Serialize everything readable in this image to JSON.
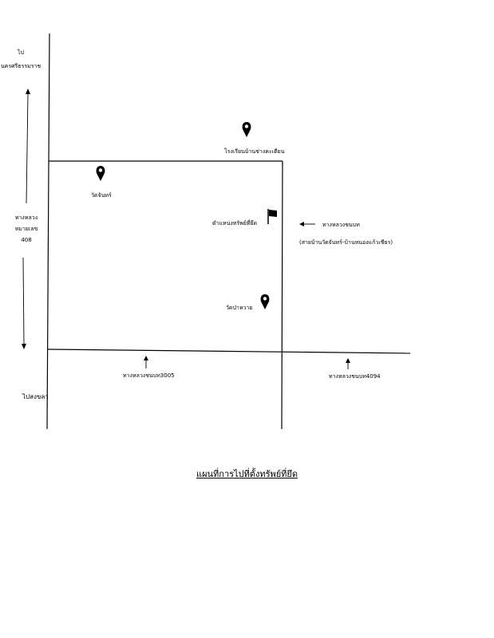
{
  "labels": {
    "to_nakhon": "ไป\nนครศรีธรรมราช",
    "to_plaeng": "ไปสงขลา",
    "highway_408": "ทางหลวง\nหมายเลข\n408",
    "school": "โรงเรียนบ้านช่างคะเตียน",
    "wat_chan": "วัดจันทร์",
    "property": "ตำแหน่งทรัพย์ที่ยึด",
    "rural_road": "ทางหลวงชนบท",
    "rural_road_desc": "(สายบ้านวัดจันทร์-บ้านหนองแก้วเชียร)",
    "wat_pa_wai": "วัดป่าหวาย",
    "road_3005": "ทางหลวงชนบท3005",
    "road_4094": "ทางหลวงชนบท4094"
  },
  "title": "แผนที่การไปที่ตั้งทรัพย์ที่ยึด",
  "icons": {
    "pin": "map-pin-icon",
    "flag": "flag-icon",
    "arrow": "arrow-icon"
  },
  "colors": {
    "line": "#000000",
    "background": "#ffffff"
  }
}
